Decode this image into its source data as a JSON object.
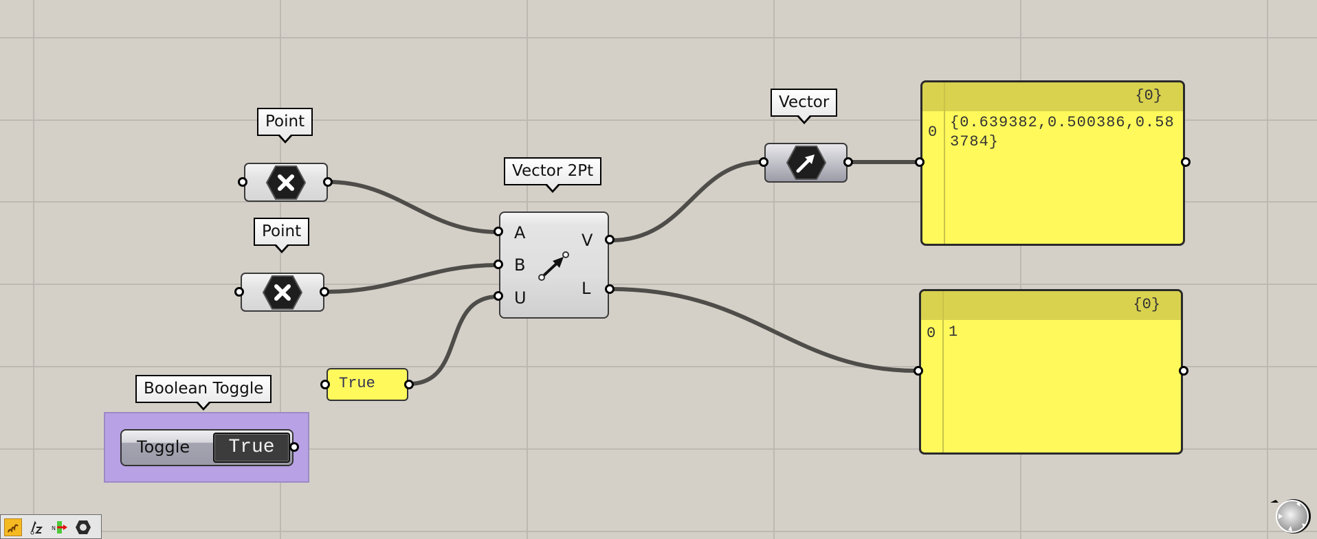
{
  "canvas": {
    "background": "#d4d0c8",
    "grid_color": "#bdb9b2",
    "wire_color": "#4f4d49"
  },
  "nodes": {
    "point1": {
      "tag": "Point",
      "icon": "point-param-icon"
    },
    "point2": {
      "tag": "Point",
      "icon": "point-param-icon"
    },
    "vector2pt": {
      "tag": "Vector 2Pt",
      "inputs": [
        "A",
        "B",
        "U"
      ],
      "outputs": [
        "V",
        "L"
      ],
      "icon": "vector-2pt-icon"
    },
    "vector": {
      "tag": "Vector",
      "icon": "vector-param-icon"
    },
    "boolean_value": {
      "value": "True"
    },
    "boolean_toggle": {
      "tag": "Boolean Toggle",
      "label": "Toggle",
      "state": "True"
    },
    "panel_vector": {
      "path": "{0}",
      "rows": [
        {
          "index": "0",
          "value": "{0.639382,0.500386,0.583784}"
        }
      ]
    },
    "panel_length": {
      "path": "{0}",
      "rows": [
        {
          "index": "0",
          "value": "1"
        }
      ]
    }
  },
  "colors": {
    "panel_yellow": "#fff95c",
    "panel_header": "#d9d24e",
    "group_purple": "#b8a1e4",
    "toolbar_active": "#f5b922"
  },
  "toolbar": {
    "buttons": [
      {
        "icon": "wire-display-icon",
        "active": true
      },
      {
        "icon": "sketch-z-icon",
        "active": false
      },
      {
        "icon": "align-icon",
        "active": false
      },
      {
        "icon": "bake-hex-icon",
        "active": false
      }
    ]
  },
  "navigation": {
    "icon": "navigation-ball-icon"
  }
}
